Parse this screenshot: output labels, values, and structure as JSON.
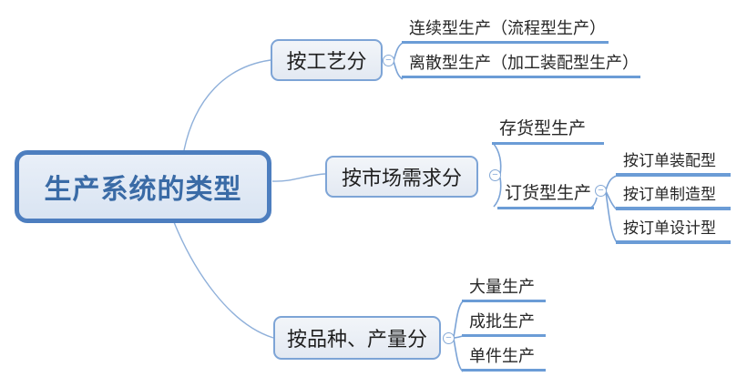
{
  "root": {
    "label": "生产系统的类型"
  },
  "branches": [
    {
      "label": "按工艺分",
      "children": [
        {
          "label": "连续型生产（流程型生产）"
        },
        {
          "label": "离散型生产（加工装配型生产）"
        }
      ]
    },
    {
      "label": "按市场需求分",
      "children": [
        {
          "label": "存货型生产"
        },
        {
          "label": "订货型生产",
          "children": [
            {
              "label": "按订单装配型"
            },
            {
              "label": "按订单制造型"
            },
            {
              "label": "按订单设计型"
            }
          ]
        }
      ]
    },
    {
      "label": "按品种、产量分",
      "children": [
        {
          "label": "大量生产"
        },
        {
          "label": "成批生产"
        },
        {
          "label": "单件生产"
        }
      ]
    }
  ],
  "ui": {
    "toggle_glyph": "−"
  },
  "colors": {
    "root_border": "#4d7ebf",
    "root_fill": "#e3eaf5",
    "root_text": "#3a6ba6",
    "branch_border": "#7da4d6",
    "branch_fill": "#eaeef5",
    "underline": "#6b9cd6",
    "connector": "#8fb0da",
    "leaf_text": "#262626"
  }
}
